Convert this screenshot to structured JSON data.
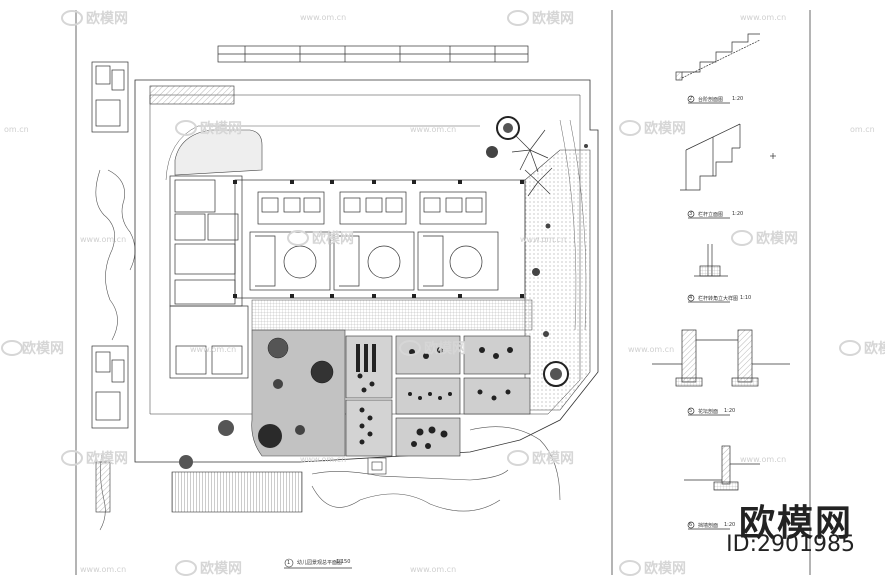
{
  "watermark": {
    "brand": "欧模网",
    "domain": "www.om.cn",
    "short": "om.cn"
  },
  "logo": {
    "brand": "欧模网",
    "id": "ID:2901985"
  },
  "plan": {
    "title": "幼儿园景观总平面图",
    "number": "1",
    "scale": "1:150"
  },
  "details": [
    {
      "number": "2",
      "title": "台阶剖面图",
      "scale": "1:20"
    },
    {
      "number": "3",
      "title": "栏杆立面图",
      "scale": "1:20"
    },
    {
      "number": "4",
      "title": "栏杆转角立大样图",
      "scale": "1:10"
    },
    {
      "number": "5",
      "title": "花坛剖面",
      "scale": "1:20"
    },
    {
      "number": "6",
      "title": "挡墙剖面",
      "scale": "1:20"
    }
  ],
  "colors": {
    "line": "#333333",
    "hatch": "#9a9a9a",
    "plaza": "#bdbdbd",
    "watermark": "#d8d8d8"
  }
}
